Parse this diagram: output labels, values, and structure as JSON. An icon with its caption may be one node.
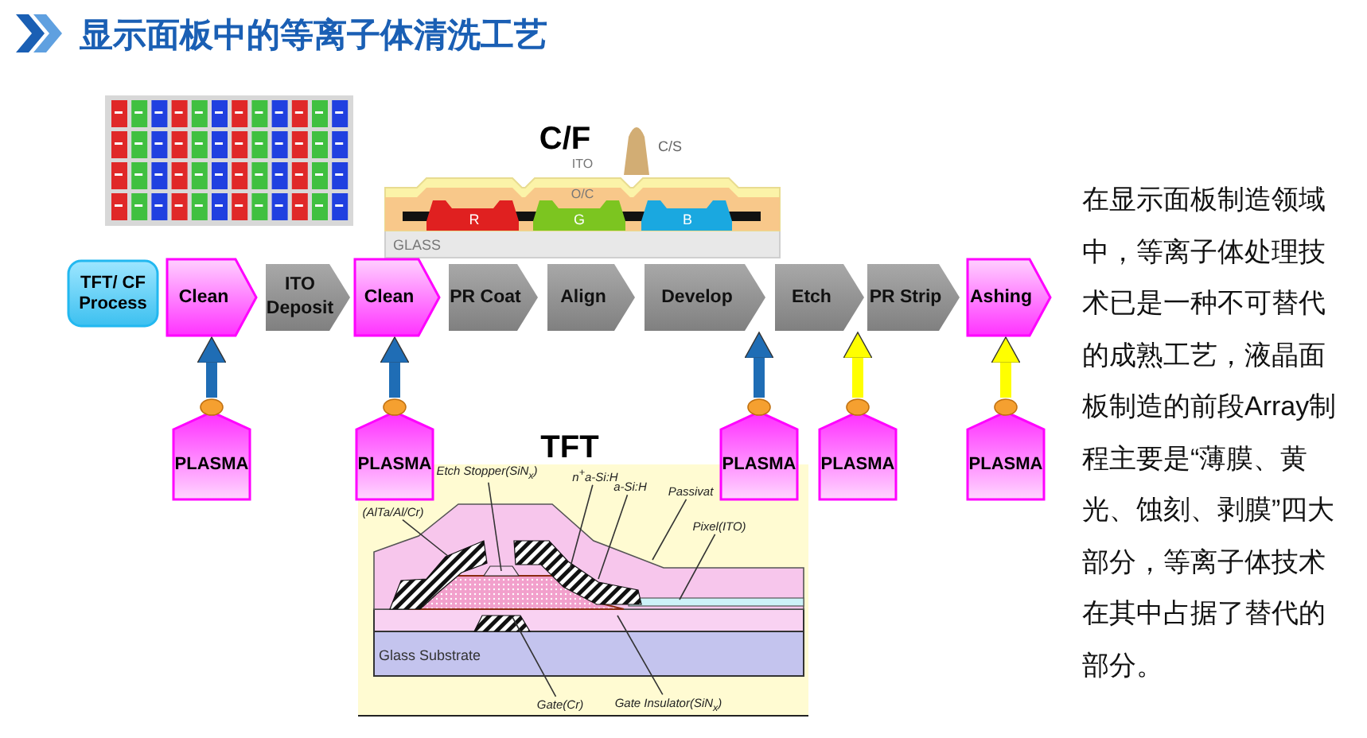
{
  "diagram": {
    "title": "显示面板中的等离子体清洗工艺",
    "nodes": [
      {
        "text": [
          "TFT/ CF Process"
        ]
      },
      {
        "text": [
          "Clean"
        ]
      },
      {
        "text": [
          "ITO Deposit"
        ]
      },
      {
        "text": [
          "Clean"
        ]
      },
      {
        "text": [
          "PR Coat"
        ]
      },
      {
        "text": [
          "Align"
        ]
      },
      {
        "text": [
          "Develop"
        ]
      },
      {
        "text": [
          "Etch"
        ]
      },
      {
        "text": [
          "PR Strip"
        ]
      },
      {
        "text": [
          "Ashing"
        ]
      },
      {
        "text": [
          "PLASMA"
        ]
      },
      {
        "text": [
          "PLASMA"
        ]
      },
      {
        "text": [
          "PLASMA"
        ]
      },
      {
        "text": [
          "PLASMA"
        ]
      },
      {
        "text": [
          "PLASMA"
        ]
      },
      {
        "text": [
          "(AlTa/Al/Cr)"
        ]
      },
      {
        "text": [
          "Etch Stopper(SiN$_{x}$)"
        ]
      },
      {
        "text": [
          "n$^{+}$a-Si:H"
        ]
      },
      {
        "text": [
          "a-Si:H"
        ]
      },
      {
        "text": [
          "Passivat"
        ]
      },
      {
        "text": [
          "Pixel(ITO)"
        ]
      },
      {
        "text": [
          "Gate(Cr)"
        ]
      },
      {
        "text": [
          "Gate Insulator(SiN$_{x}$)"
        ]
      }
    ],
    "edges": [
      {
        "from": 10,
        "to": 1,
        "arrow": "to",
        "style": "thick",
        "color": "#1f6db5"
      },
      {
        "from": 11,
        "to": 3,
        "arrow": "to",
        "style": "thick",
        "color": "#1f6db5"
      },
      {
        "from": 12,
        "to": 6,
        "arrow": "to",
        "style": "thick",
        "color": "#1f6db5"
      },
      {
        "from": 13,
        "to": 7,
        "arrow": "to",
        "style": "thick",
        "color": "#ffff00"
      },
      {
        "from": 14,
        "to": 9,
        "arrow": "to",
        "style": "thick",
        "color": "#ffff00"
      },
      {
        "from": 15,
        "to": null,
        "arrow": "none"
      },
      {
        "from": 16,
        "to": null,
        "arrow": "none"
      },
      {
        "from": 17,
        "to": null,
        "arrow": "none"
      },
      {
        "from": 18,
        "to": null,
        "arrow": "none"
      },
      {
        "from": 19,
        "to": null,
        "arrow": "none"
      },
      {
        "from": 20,
        "to": null,
        "arrow": "none"
      },
      {
        "from": 21,
        "to": null,
        "arrow": "none"
      },
      {
        "from": 22,
        "to": null,
        "arrow": "none"
      }
    ],
    "labels": [
      "C/F",
      "C/S",
      "ITO",
      "O/C",
      "R",
      "G",
      "B",
      "GLASS",
      "TFT",
      "Glass Substrate",
      "在显示面板制造领域中，等离子体处理技术已是一种不可替代的成熟工艺，液晶面板制造的前段Array制程主要是“薄膜、黄光、蚀刻、剥膜”四大部分，等离子体技术在其中占据了替代的部分。"
    ]
  }
}
